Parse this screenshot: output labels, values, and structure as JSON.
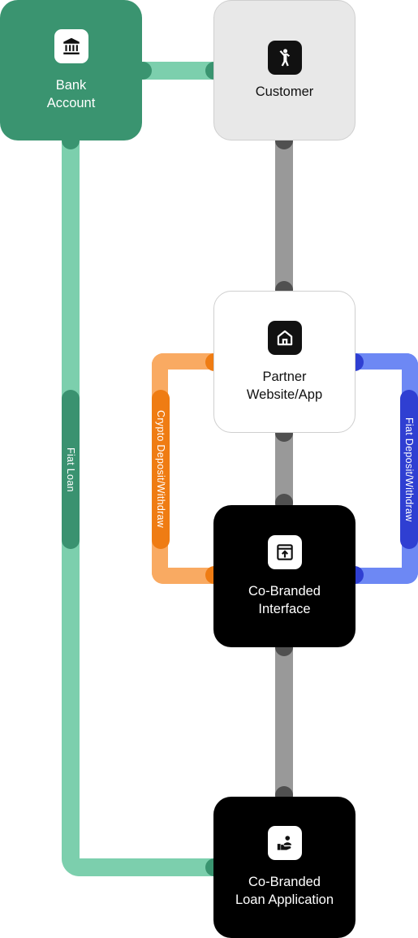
{
  "nodes": {
    "bank_account": {
      "label": "Bank\nAccount",
      "icon": "bank-icon"
    },
    "customer": {
      "label": "Customer",
      "icon": "person-icon"
    },
    "partner": {
      "label": "Partner\nWebsite/App",
      "icon": "home-icon"
    },
    "co_branded_interface": {
      "label": "Co-Branded\nInterface",
      "icon": "window-upload-icon"
    },
    "co_branded_loan": {
      "label": "Co-Branded\nLoan Application",
      "icon": "hand-user-icon"
    }
  },
  "connections": {
    "fiat_loan": "Fiat Loan",
    "crypto": "Crypto Deposit/Withdraw",
    "fiat_deposit": "Fiat Deposit/Withdraw"
  },
  "colors": {
    "bank_green": "#3a9470",
    "light_green": "#7ccfad",
    "pill_green": "#3a9270",
    "gray_line": "#999999",
    "gray_dot": "#505050",
    "orange_line": "#f9aa62",
    "orange_dark": "#ef7c13",
    "blue_line": "#6d88f4",
    "blue_dark": "#2f3fd2",
    "customer_bg": "#e8e8e8",
    "black": "#000000"
  }
}
